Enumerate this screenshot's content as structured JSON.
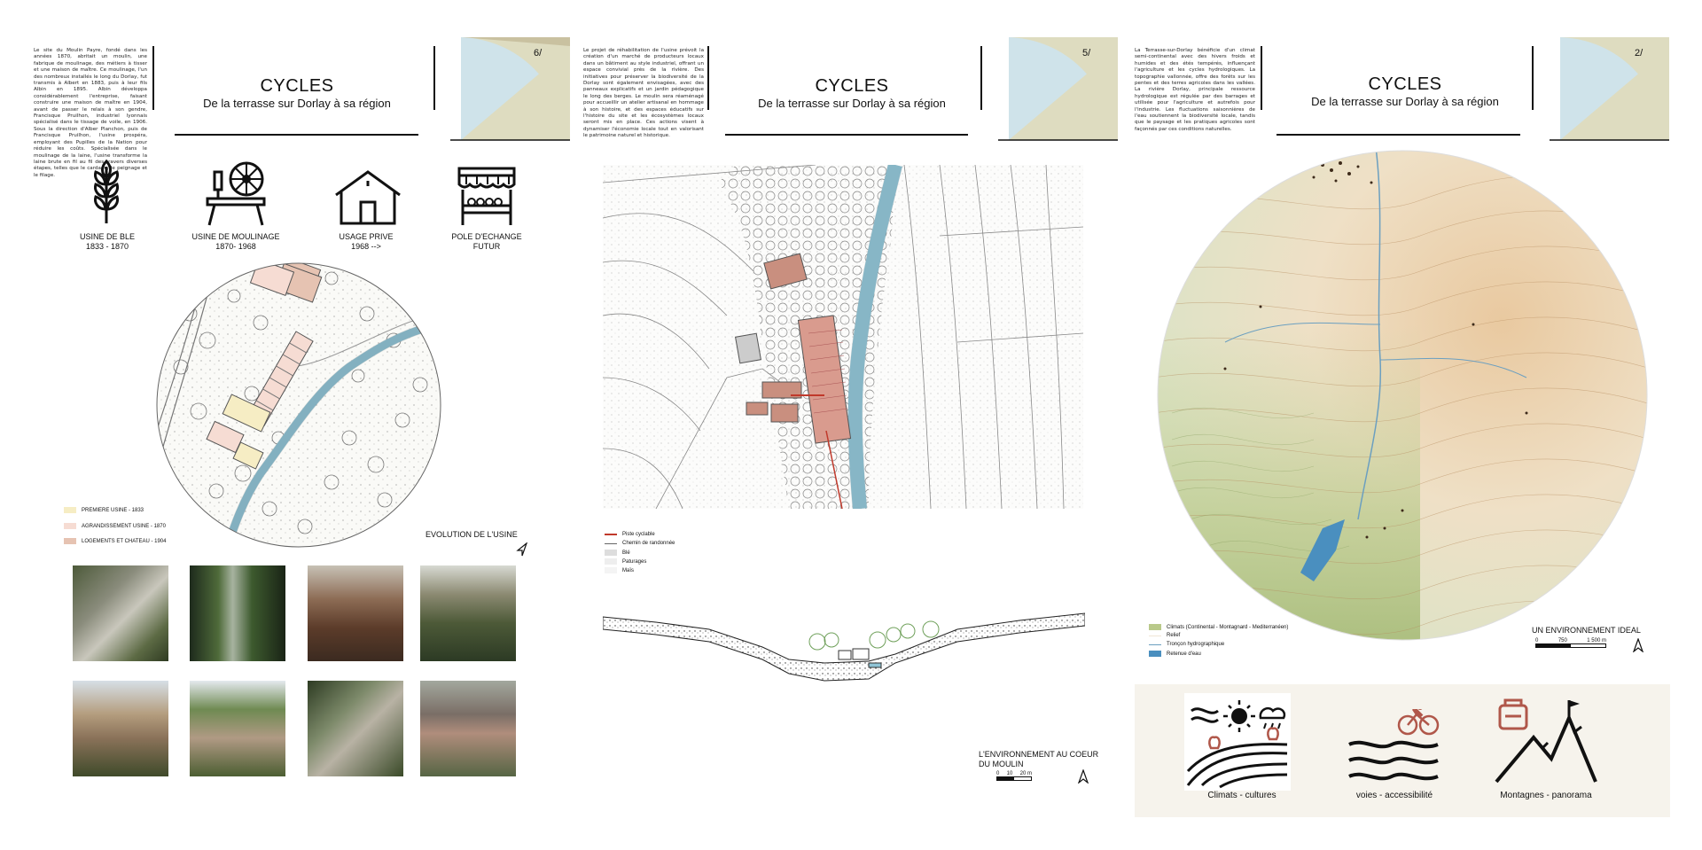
{
  "panels": [
    {
      "page_number": "6/",
      "title": "CYCLES",
      "subtitle": "De la terrasse sur Dorlay à sa région",
      "intro_text": "Le site du Moulin Payre, fondé dans les années 1870, abritait un moulin, une fabrique de moulinage, des métiers à tisser et une maison de maître. Ce moulinage, l'un des nombreux installés le long du Dorlay, fut transmis à Albert en 1883, puis à leur fils Albin en 1895. Albin développa considérablement l'entreprise, faisant construire une maison de maître en 1904, avant de passer le relais à son gendre, Francisque Pruilhon, industriel lyonnais spécialisé dans le tissage de voile, en 1906. Sous la direction d'Alber Planchon, puis de Francisque Pruilhon, l'usine prospéra, employant des Pupilles de la Nation pour réduire les coûts. Spécialisée dans le moulinage de la laine, l'usine transforme la laine brute en fil au fil des travers diverses étapes, telles que le cardage, le peignage et le filage.",
      "icons": [
        {
          "label": "USINE DE BLE",
          "sub": "1833 - 1870"
        },
        {
          "label": "USINE DE MOULINAGE",
          "sub": "1870- 1968"
        },
        {
          "label": "USAGE PRIVE",
          "sub": "1968 -->"
        },
        {
          "label": "POLE D'ECHANGE",
          "sub": "FUTUR"
        }
      ],
      "legend": [
        {
          "label": "PREMIERE USINE - 1833",
          "color": "#f6edc4"
        },
        {
          "label": "AGRANDISSEMENT USINE - 1870",
          "color": "#f6dcd3"
        },
        {
          "label": "LOGEMENTS ET CHATEAU - 1904",
          "color": "#e6c3b2"
        }
      ],
      "map_caption": "EVOLUTION DE L'USINE"
    },
    {
      "page_number": "5/",
      "title": "CYCLES",
      "subtitle": "De la terrasse sur Dorlay à sa région",
      "intro_text": "Le projet de réhabilitation de l'usine prévoit la création d'un marché de producteurs locaux dans un bâtiment au style industriel, offrant un espace convivial près de la rivière. Des initiatives pour préserver la biodiversité de la Dorlay sont également envisagées, avec des panneaux explicatifs et un jardin pédagogique le long des berges. Le moulin sera réaménagé pour accueillir un atelier artisanal en hommage à son histoire, et des espaces éducatifs sur l'histoire du site et les écosystèmes locaux seront mis en place. Ces actions visent à dynamiser l'économie locale tout en valorisant le patrimoine naturel et historique.",
      "legend": [
        {
          "label": "Piste cyclable",
          "color": "#c0392b"
        },
        {
          "label": "Chemin de randonnée",
          "color": "#666666"
        },
        {
          "label": "Blé",
          "color": "#dddddd"
        },
        {
          "label": "Paturages",
          "color": "#eeeeee"
        },
        {
          "label": "Maïs",
          "color": "#f4f4f4"
        }
      ],
      "caption_line1": "L'ENVIRONNEMENT AU COEUR",
      "caption_line2": "DU MOULIN",
      "scale": [
        "0",
        "10",
        "20 m"
      ]
    },
    {
      "page_number": "2/",
      "title": "CYCLES",
      "subtitle": "De la terrasse sur Dorlay à sa région",
      "intro_text": "La Terrasse-sur-Dorlay bénéficie d'un climat semi-continental avec des hivers froids et humides et des étés tempérés, influençant l'agriculture et les cycles hydrologiques. La topographie vallonnée, offre des forêts sur les pentes et des terres agricoles dans les vallées. La rivière Dorlay, principale ressource hydrologique est régulée par des barrages et utilisée pour l'agriculture et autrefois pour l'industrie. Les fluctuations saisonnières de l'eau soutiennent la biodiversité locale, tandis que le paysage et les pratiques agricoles sont façonnés par ces conditions naturelles.",
      "legend": [
        {
          "label": "Climats (Continental - Montagnard - Mediterranéen)",
          "color": "#b9c98a"
        },
        {
          "label": "Relief",
          "color": "#f0e6d6"
        },
        {
          "label": "Tronçon hydrographique",
          "color": "#6b9fc0"
        },
        {
          "label": "Retenue d'eau",
          "color": "#4a8fbf"
        }
      ],
      "map_caption": "UN ENVIRONNEMENT IDEAL",
      "scale": [
        "0",
        "750",
        "1 500 m"
      ],
      "icons": [
        {
          "label": "Climats - cultures"
        },
        {
          "label": "voies - accessibilité"
        },
        {
          "label": "Montagnes - panorama"
        }
      ]
    }
  ]
}
